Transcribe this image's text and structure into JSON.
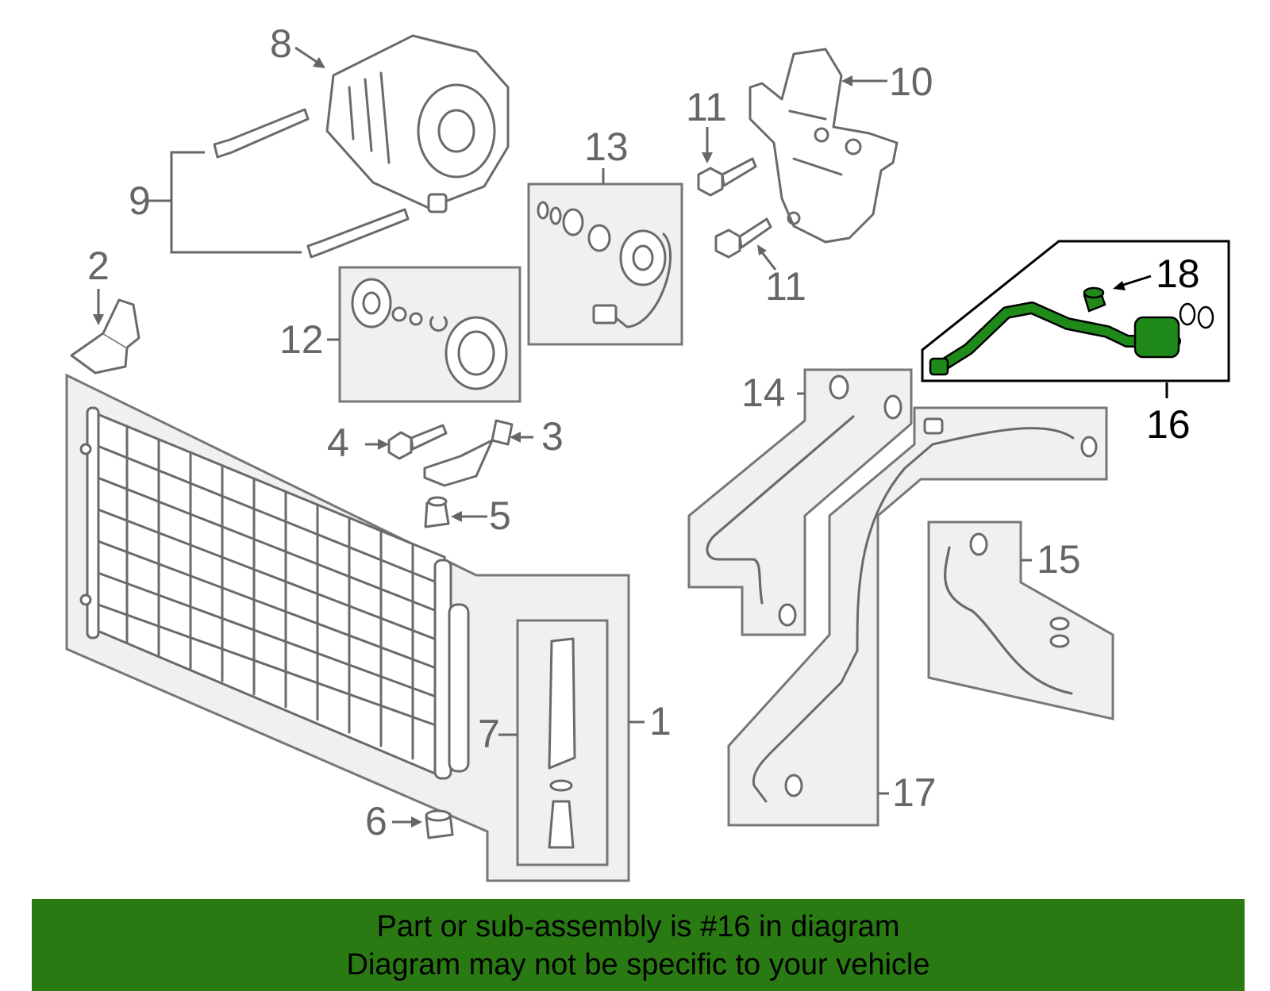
{
  "callouts": {
    "c1": "1",
    "c2": "2",
    "c3": "3",
    "c4": "4",
    "c5": "5",
    "c6": "6",
    "c7": "7",
    "c8": "8",
    "c9": "9",
    "c10": "10",
    "c11a": "11",
    "c11b": "11",
    "c12": "12",
    "c13": "13",
    "c14": "14",
    "c15": "15",
    "c16": "16",
    "c17": "17",
    "c18": "18"
  },
  "highlighted_part": "16",
  "colors": {
    "highlight": "#1f8a1a",
    "banner": "#2a7a14",
    "callout_gray": "#666666"
  },
  "banner": {
    "line1": "Part or sub-assembly is #16 in diagram",
    "line2": "Diagram may not be specific to your vehicle"
  }
}
